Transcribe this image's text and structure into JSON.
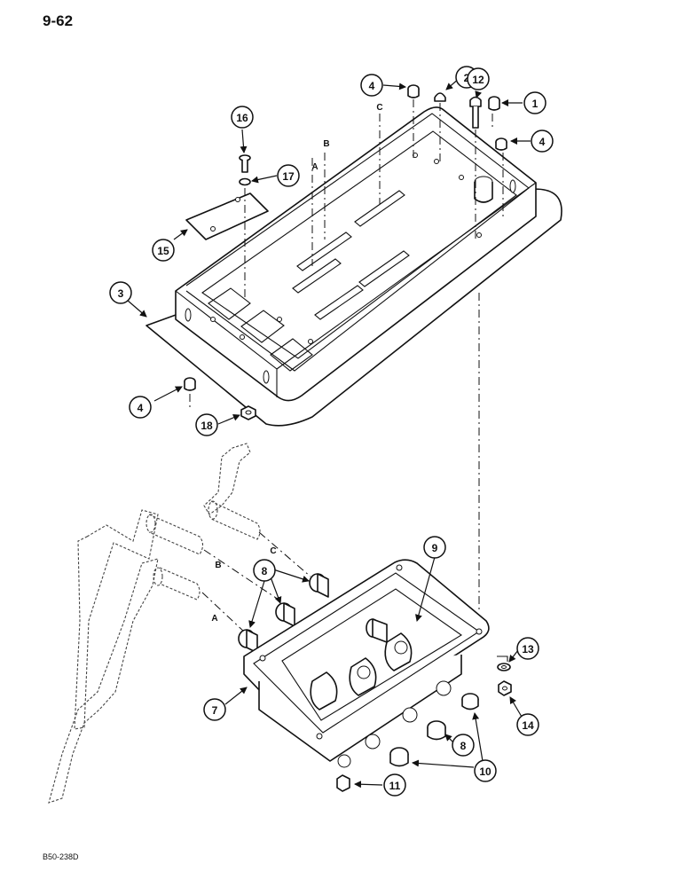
{
  "header": {
    "page_number": "9-62"
  },
  "footer": {
    "drawing_code": "B50-238D"
  },
  "callouts": {
    "c1": "1",
    "c2": "2",
    "c3": "3",
    "c4a": "4",
    "c4b": "4",
    "c4c": "4",
    "c7": "7",
    "c8a": "8",
    "c8b": "8",
    "c9": "9",
    "c10": "10",
    "c11": "11",
    "c12": "12",
    "c13": "13",
    "c14": "14",
    "c15": "15",
    "c16": "16",
    "c17": "17",
    "c18": "18"
  },
  "alignment_letters": {
    "top_a": "A",
    "top_b": "B",
    "top_c": "C",
    "bottom_a": "A",
    "bottom_b": "B",
    "bottom_c": "C"
  }
}
